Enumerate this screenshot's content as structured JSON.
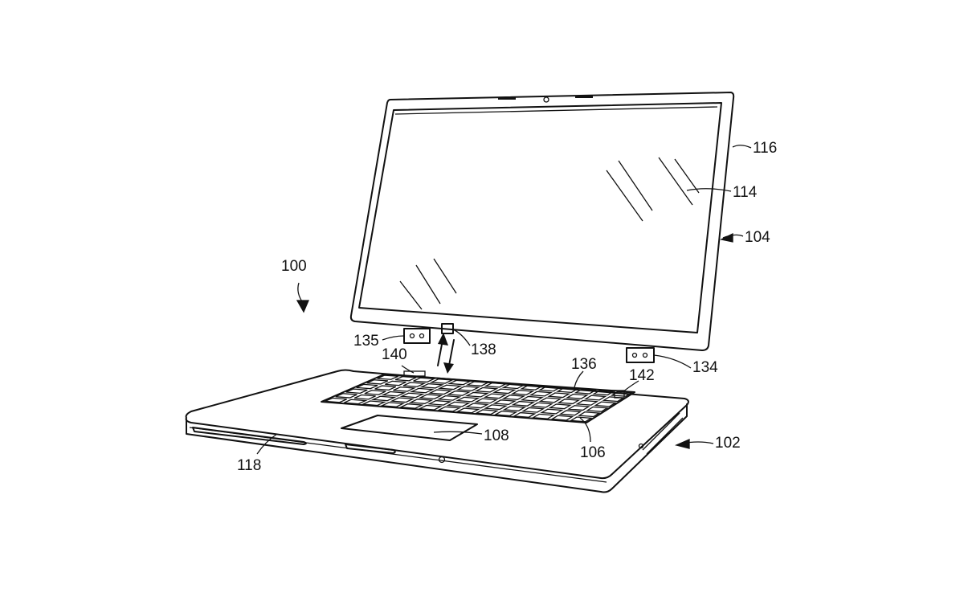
{
  "figure": {
    "labels": {
      "device": "100",
      "base": "102",
      "lid": "104",
      "keyboard": "106",
      "trackpad": "108",
      "display": "114",
      "lid_housing": "116",
      "base_housing": "118",
      "right_hinge": "134",
      "left_hinge": "135",
      "keyboard_panel": "136",
      "latch": "138",
      "left_tab": "140",
      "right_tab": "142"
    }
  }
}
